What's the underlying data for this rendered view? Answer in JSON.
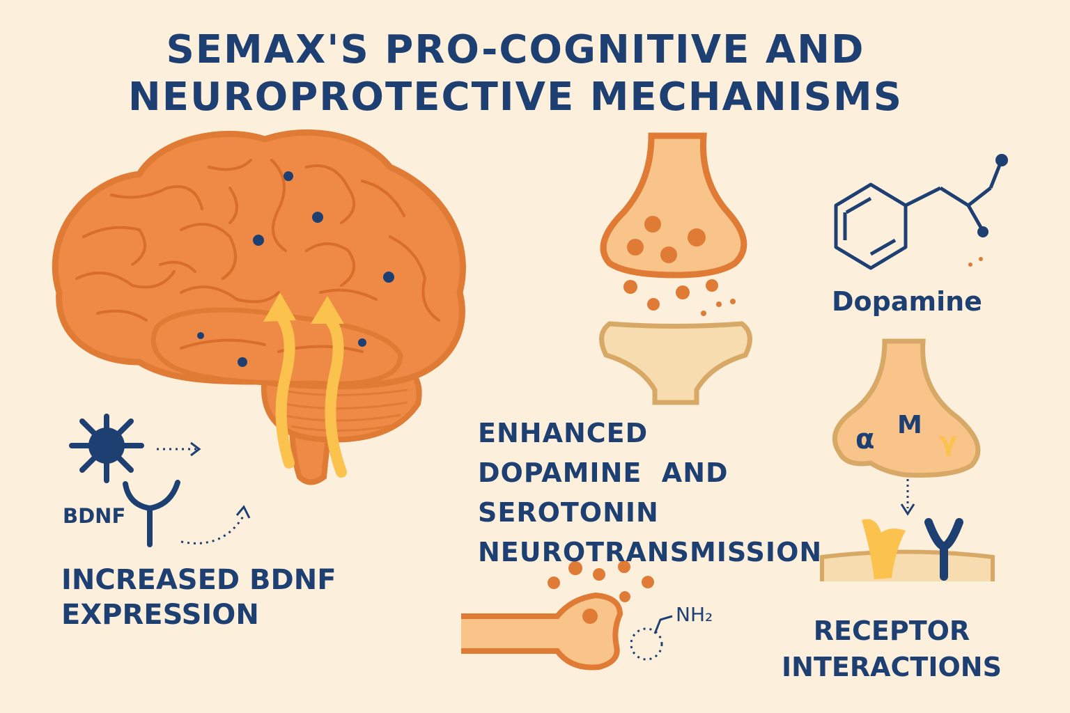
{
  "title": {
    "line1": "SEMAX'S PRO-COGNITIVE AND",
    "line2": "NEUROPROTECTIVE MECHANISMS"
  },
  "labels": {
    "bdnf_expression": [
      "INCREASED BDNF",
      "EXPRESSION"
    ],
    "neurotransmission": [
      "ENHANCED",
      "DOPAMINE  AND",
      "SEROTONIN",
      "NEUROTRANSMISSION"
    ],
    "receptor": [
      "RECEPTOR",
      "INTERACTIONS"
    ],
    "dopamine": "Dopamine",
    "bdnf": "BDNF",
    "nh2": "NH₂",
    "alpha": "α",
    "mu": "M",
    "gamma": "γ"
  },
  "colors": {
    "navy": "#1d3f72",
    "orange": "#ee8a45",
    "orange_dark": "#e07b35",
    "peach": "#f8c48a",
    "yellow": "#fbc24e",
    "background": "#fcefdc"
  }
}
